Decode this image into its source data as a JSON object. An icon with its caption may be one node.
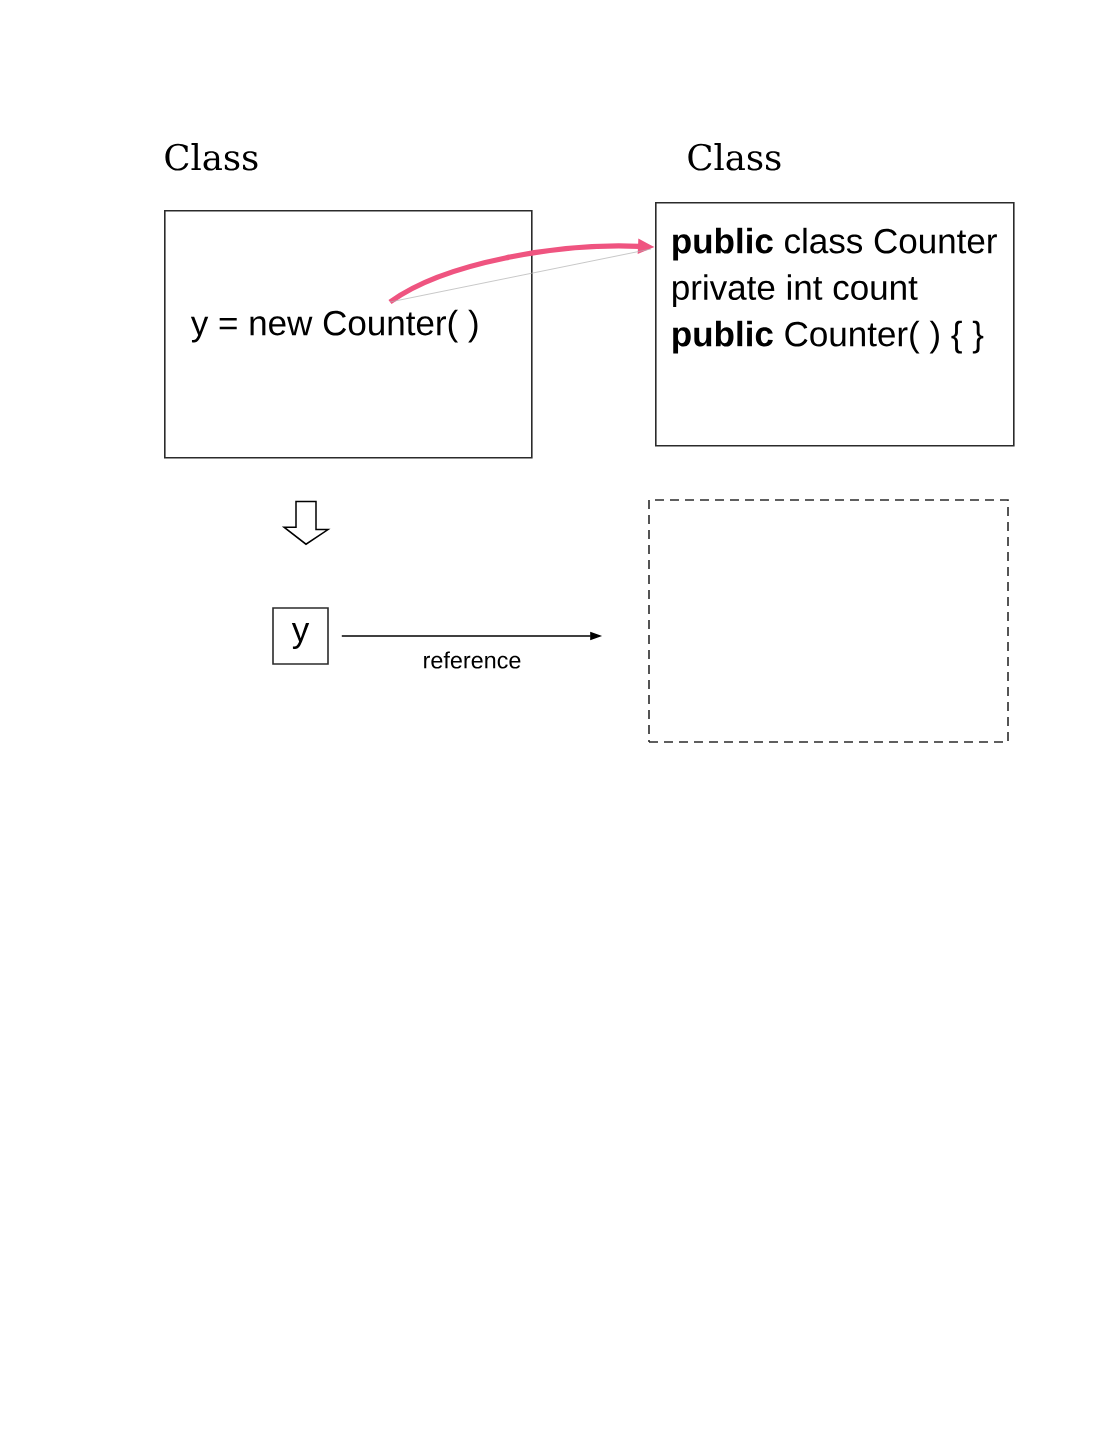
{
  "diagram": {
    "nodes": [
      {
        "text": [
          "Class",
          "y = new Counter( )"
        ]
      },
      {
        "text": [
          "Class",
          "**public** class Counter",
          "private int count",
          "**public** Counter( ) { }"
        ]
      },
      {
        "text": [
          "y"
        ]
      },
      {
        "text": [],
        "shape": "box"
      }
    ],
    "edges": [
      {
        "from": 0,
        "to": 1,
        "arrow": "to",
        "style": "thick",
        "color": "#ef5480"
      },
      {
        "from": 0,
        "to": 1,
        "arrow": "none",
        "color": "#b0b0b0"
      },
      {
        "from": 0,
        "to": 2,
        "arrow": "to",
        "color": "#000000"
      },
      {
        "from": 2,
        "to": 3,
        "arrow": "to",
        "label": "reference",
        "color": "#000000"
      }
    ]
  }
}
